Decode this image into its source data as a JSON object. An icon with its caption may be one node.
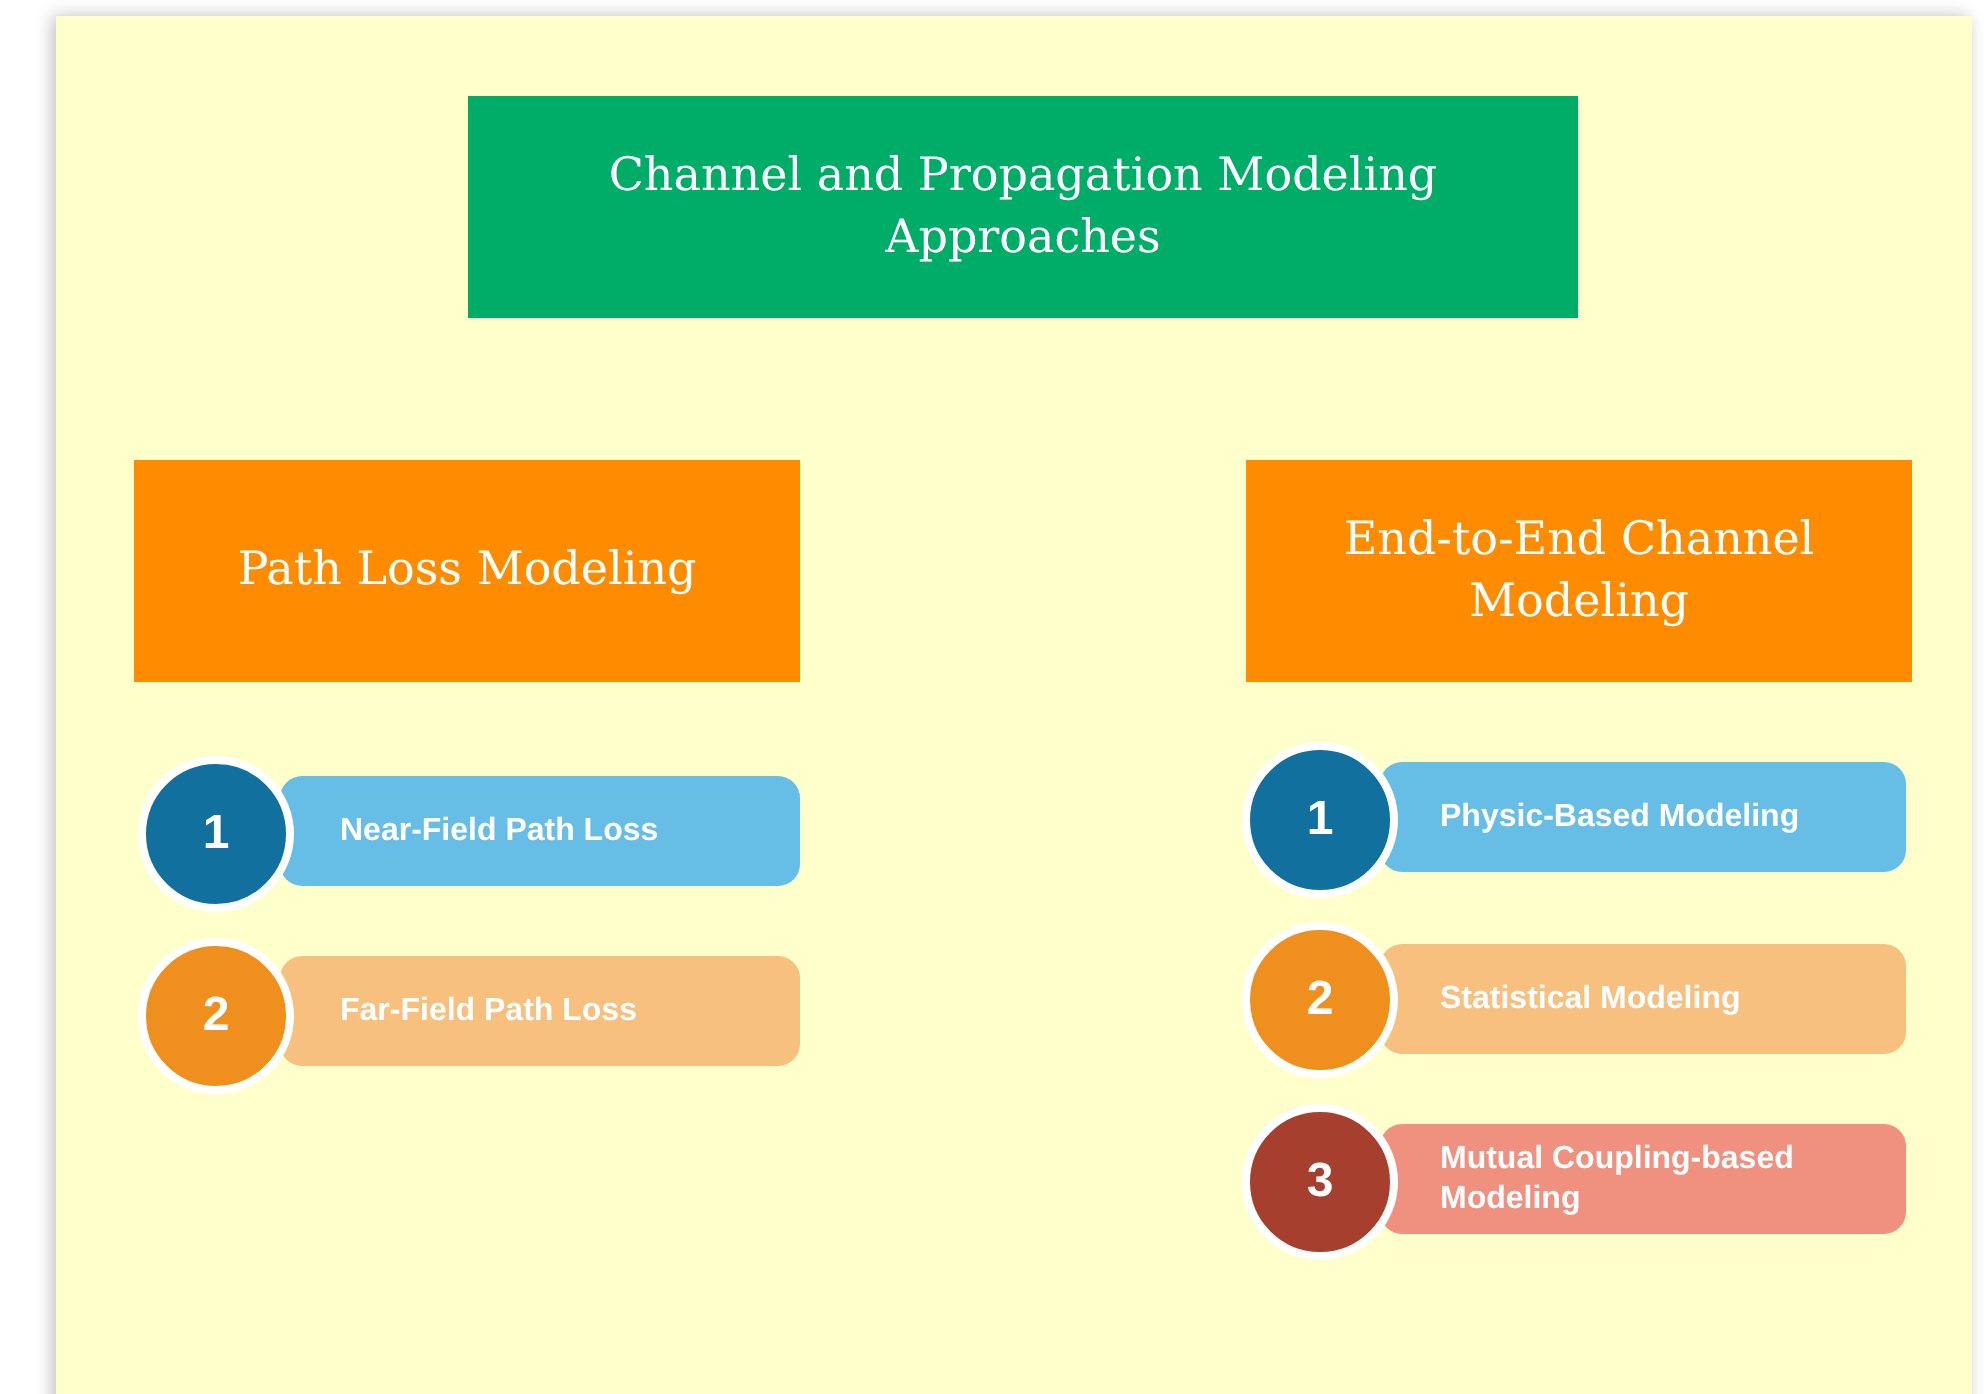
{
  "diagram": {
    "nodes": [
      {
        "text": [
          "Channel and Propagation Modeling Approaches"
        ]
      },
      {
        "text": [
          "Path Loss Modeling"
        ]
      },
      {
        "text": [
          "End-to-End Channel Modeling"
        ]
      },
      {
        "text": [
          "1",
          "Near-Field Path Loss"
        ]
      },
      {
        "text": [
          "2",
          "Far-Field Path Loss"
        ]
      },
      {
        "text": [
          "1",
          "Physic-Based Modeling"
        ]
      },
      {
        "text": [
          "2",
          "Statistical Modeling"
        ]
      },
      {
        "text": [
          "3",
          "Mutual Coupling-based Modeling"
        ]
      }
    ]
  }
}
